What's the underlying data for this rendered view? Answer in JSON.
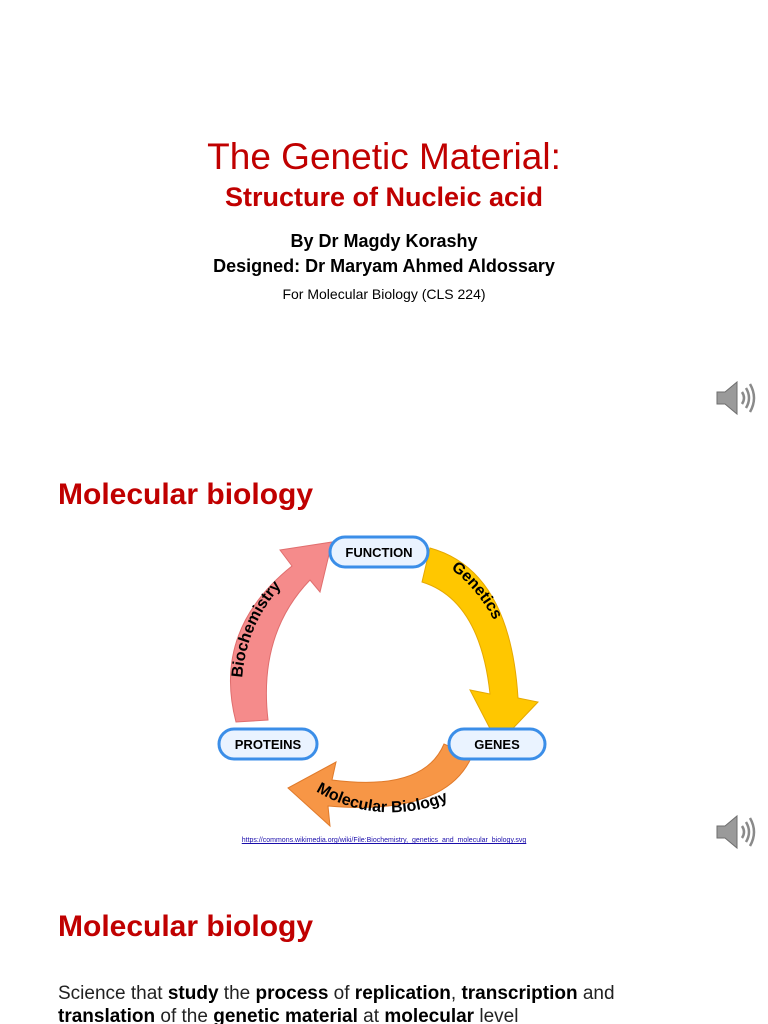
{
  "slide1": {
    "title": "The Genetic Material:",
    "subtitle": "Structure of Nucleic acid",
    "author": "By Dr Magdy Korashy",
    "designer": "Designed: Dr Maryam Ahmed Aldossary",
    "course": "For Molecular Biology (CLS 224)"
  },
  "slide2": {
    "heading": "Molecular biology",
    "diagram": {
      "nodes": {
        "function": "FUNCTION",
        "genes": "GENES",
        "proteins": "PROTEINS"
      },
      "arrows": {
        "genetics": "Genetics",
        "molecular": "Molecular Biology",
        "biochemistry": "Biochemistry"
      },
      "colors": {
        "genetics": "#ffc700",
        "molecular": "#f79646",
        "biochemistry": "#f58b8b",
        "node_border": "#3b8ee8",
        "node_fill": "#eaf3ff"
      }
    },
    "source_link": "https://commons.wikimedia.org/wiki/File:Biochemistry,_genetics_and_molecular_biology.svg"
  },
  "slide3": {
    "heading": "Molecular biology",
    "sentence": [
      {
        "text": "Science that ",
        "bold": false
      },
      {
        "text": "study",
        "bold": true
      },
      {
        "text": " the ",
        "bold": false
      },
      {
        "text": "process",
        "bold": true
      },
      {
        "text": " of ",
        "bold": false
      },
      {
        "text": "replication",
        "bold": true
      },
      {
        "text": ", ",
        "bold": false
      },
      {
        "text": "transcription",
        "bold": true
      },
      {
        "text": " and ",
        "bold": false
      },
      {
        "text": "translation",
        "bold": true
      },
      {
        "text": " of the ",
        "bold": false
      },
      {
        "text": "genetic material",
        "bold": true
      },
      {
        "text": " at ",
        "bold": false
      },
      {
        "text": "molecular",
        "bold": true
      },
      {
        "text": " level",
        "bold": false
      }
    ]
  }
}
